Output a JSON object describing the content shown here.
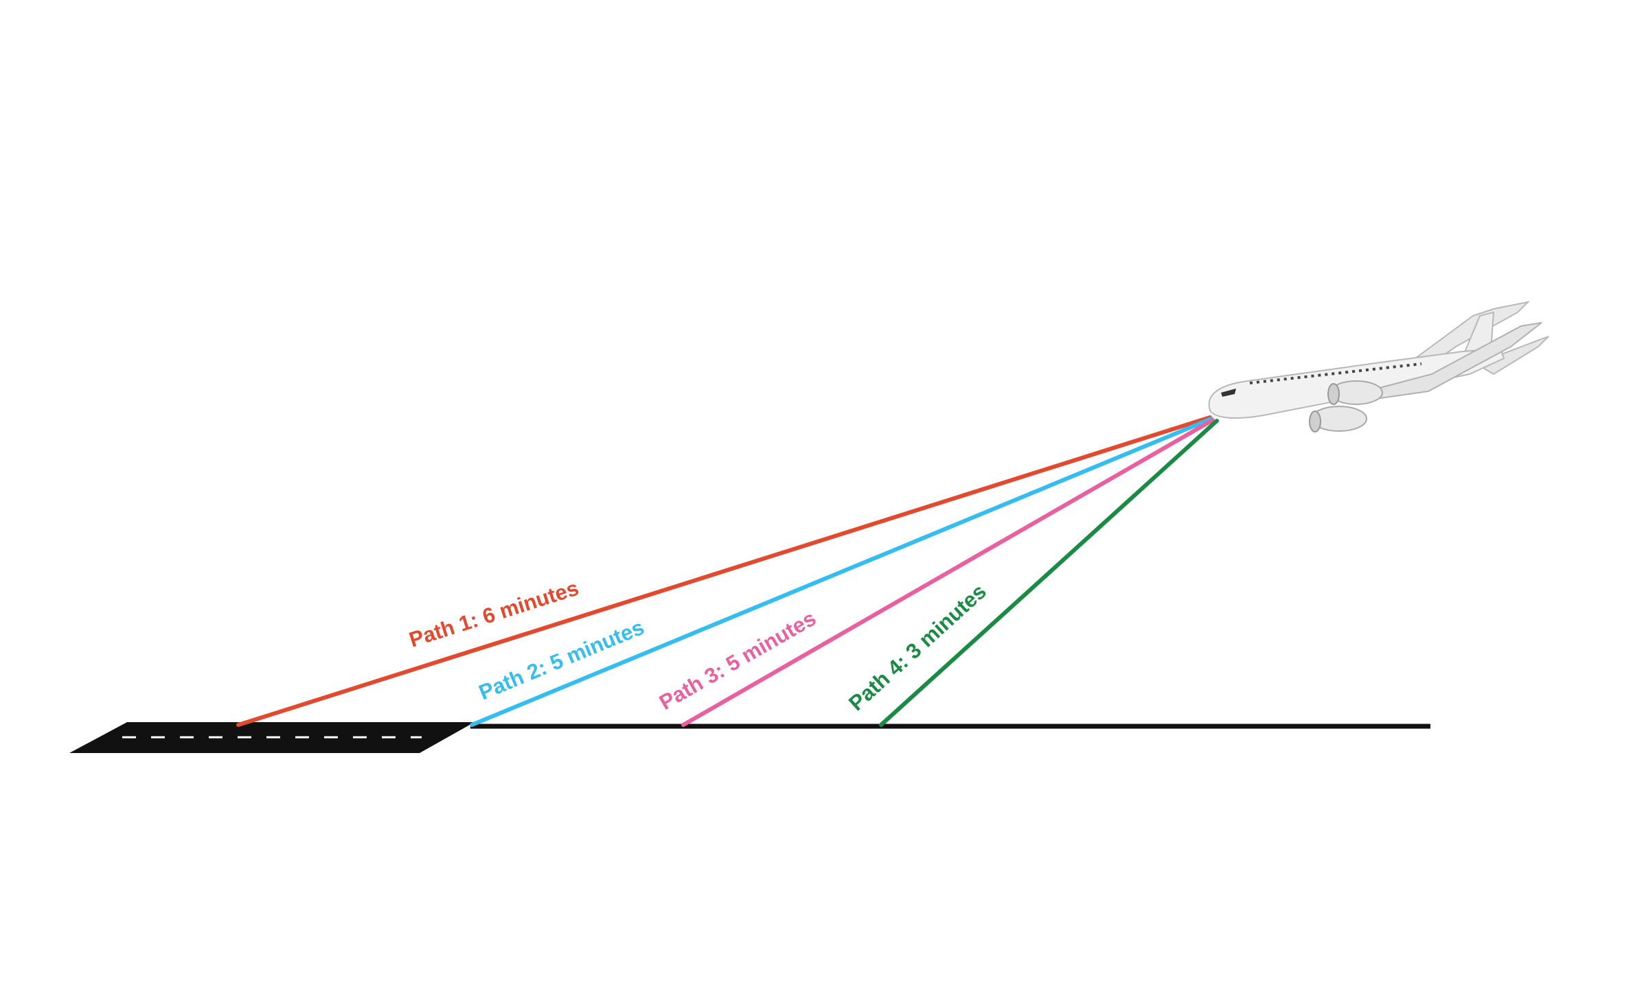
{
  "diagram": {
    "paths": [
      {
        "id": "path-1",
        "label": "Path 1: 6 minutes",
        "color": "#e24a2f"
      },
      {
        "id": "path-2",
        "label": "Path 2: 5 minutes",
        "color": "#36bdf0"
      },
      {
        "id": "path-3",
        "label": "Path 3: 5 minutes",
        "color": "#e8609f"
      },
      {
        "id": "path-4",
        "label": "Path 4: 3 minutes",
        "color": "#1a8a45"
      }
    ],
    "colors": {
      "background": "#ffffff",
      "runway": "#111111",
      "runway_markings": "#ffffff",
      "ground": "#111111",
      "aircraft_body": "#f2f2f2",
      "aircraft_outline": "#b8b8b8"
    },
    "icons": {
      "aircraft": "airplane-icon",
      "runway": "runway-icon"
    }
  }
}
